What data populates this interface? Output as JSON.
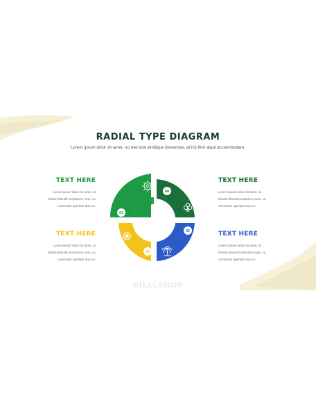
{
  "slide": {
    "title": "RADIAL TYPE DIAGRAM",
    "subtitle": "Lorem ipsum dolor sit amet, no mel tota similique dissentias, at his ferri atqui accommodare.",
    "watermark": "GILLLSHOP"
  },
  "blocks": [
    {
      "heading": "TEXT HERE",
      "color": "#1f9a44",
      "body": "Lorem ipsum dolor sit amet, at\nfuisset blandit scriptorem eum, cu\ncommodo aperiam duo eu."
    },
    {
      "heading": "TEXT HERE",
      "color": "#f5c21b",
      "body": "Lorem ipsum dolor sit amet, at\nfuisset blandit scriptorem eum, cu\ncommodo aperiam duo eu."
    },
    {
      "heading": "TEXT HERE",
      "color": "#1a6f3a",
      "body": "Lorem ipsum dolor sit amet, at\nfuisset blandit scriptorem eum, cu\ncommodo aperiam duo eu."
    },
    {
      "heading": "TEXT HERE",
      "color": "#2a5bc8",
      "body": "Lorem ipsum dolor sit amet, at\nfuisset blandit scriptorem eum, cu\ncommodo aperiam duo eu."
    }
  ],
  "segments": [
    {
      "number": "01",
      "color": "#1f9a44",
      "icon": "gear-icon"
    },
    {
      "number": "02",
      "color": "#f5c21b",
      "icon": "football-icon"
    },
    {
      "number": "03",
      "color": "#2a5bc8",
      "icon": "palm-tree-icon"
    },
    {
      "number": "04",
      "color": "#1a6f3a",
      "icon": "club-icon"
    }
  ]
}
